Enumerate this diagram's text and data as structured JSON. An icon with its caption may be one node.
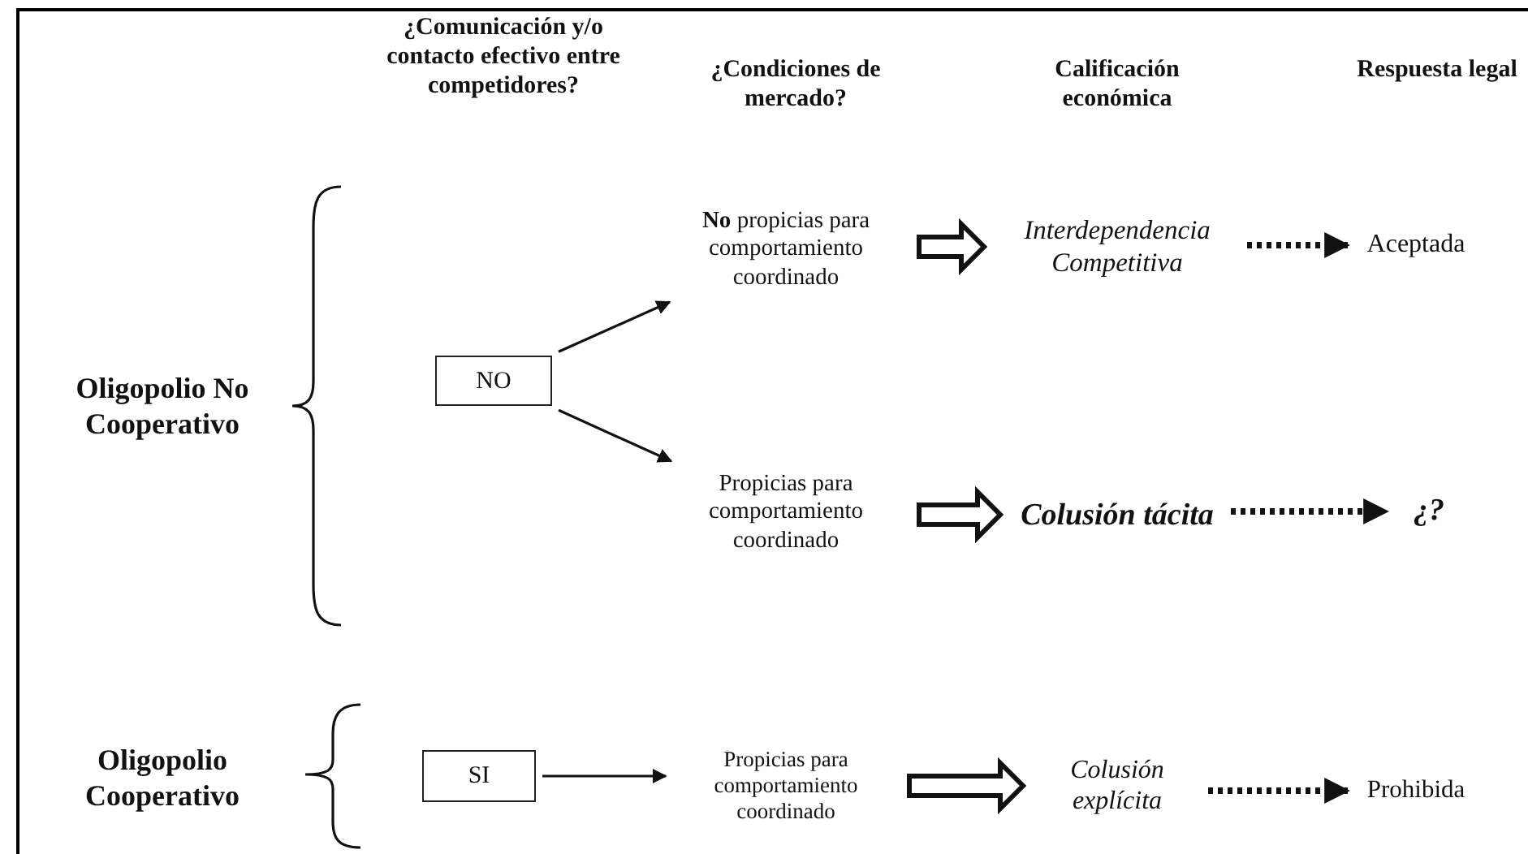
{
  "diagram": {
    "nodes": [
      {
        "text": [
          "Oligopolio **No** Cooperativo"
        ]
      },
      {
        "text": [
          "NO"
        ]
      },
      {
        "text": [
          "**No** propicias para comportamiento coordinado"
        ]
      },
      {
        "text": [
          "Interdependencia Competitiva"
        ]
      },
      {
        "text": [
          "Aceptada"
        ]
      },
      {
        "text": [
          "Propicias para comportamiento coordinado"
        ]
      },
      {
        "text": [
          "Colusión tácita"
        ]
      },
      {
        "text": [
          "¿?"
        ]
      },
      {
        "text": [
          "Oligopolio Cooperativo"
        ]
      },
      {
        "text": [
          "SI"
        ]
      },
      {
        "text": [
          "Propicias para comportamiento coordinado"
        ]
      },
      {
        "text": [
          "Colusión explícita"
        ]
      },
      {
        "text": [
          "Prohibida"
        ]
      }
    ],
    "edges": [
      {
        "from": 1,
        "to": 2,
        "arrow": "to"
      },
      {
        "from": 2,
        "to": 3,
        "arrow": "to",
        "style": "thick"
      },
      {
        "from": 3,
        "to": 4,
        "arrow": "to",
        "style": "dashed"
      },
      {
        "from": 1,
        "to": 5,
        "arrow": "to"
      },
      {
        "from": 5,
        "to": 6,
        "arrow": "to",
        "style": "thick"
      },
      {
        "from": 6,
        "to": 7,
        "arrow": "to",
        "style": "dashed"
      },
      {
        "from": 9,
        "to": 10,
        "arrow": "to"
      },
      {
        "from": 10,
        "to": 11,
        "arrow": "to",
        "style": "thick"
      },
      {
        "from": 11,
        "to": 12,
        "arrow": "to",
        "style": "dashed"
      }
    ],
    "labels": [
      "¿Comunicación y/o contacto efectivo entre competidores?",
      "¿Condiciones de mercado?",
      "Calificación económica",
      "Respuesta legal"
    ]
  }
}
